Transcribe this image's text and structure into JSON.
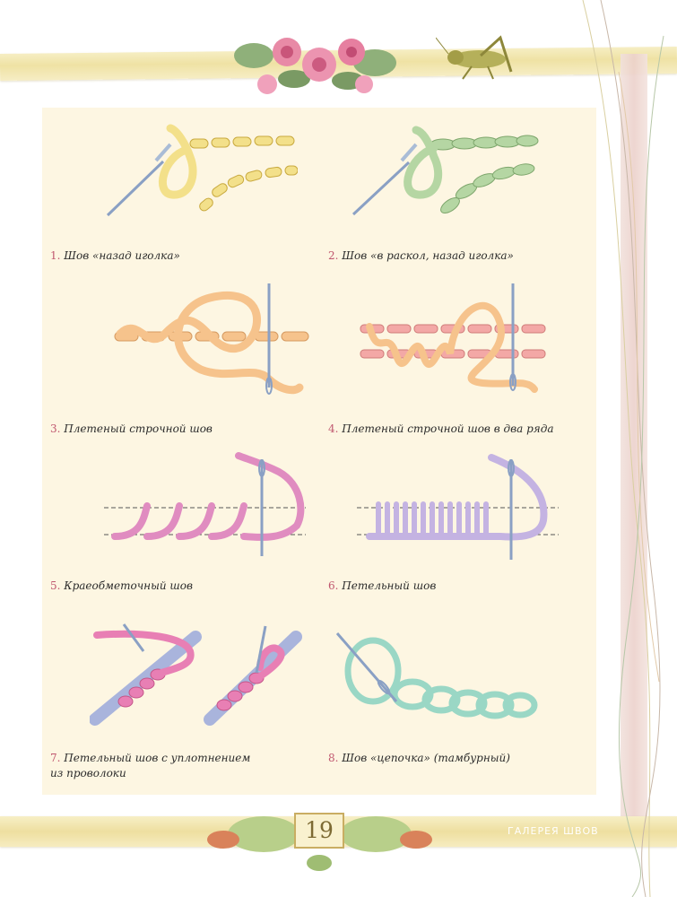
{
  "stitches": [
    {
      "num": "1.",
      "label": "Шов «назад иголка»"
    },
    {
      "num": "2.",
      "label": "Шов «в раскол, назад иголка»"
    },
    {
      "num": "3.",
      "label": "Плетеный строчной шов"
    },
    {
      "num": "4.",
      "label": "Плетеный строчной шов в два ряда"
    },
    {
      "num": "5.",
      "label": "Краеобметочный шов"
    },
    {
      "num": "6.",
      "label": "Петельный шов"
    },
    {
      "num": "7.",
      "label": "Петельный шов с уплотнением",
      "label2": "из проволоки"
    },
    {
      "num": "8.",
      "label": "Шов «цепочка» (тамбурный)"
    }
  ],
  "footer": {
    "page_number": "19",
    "section_title": "ГАЛЕРЕЯ ШВОВ"
  },
  "colors": {
    "caption_number": "#c0576f",
    "panel": "#fdf6e2",
    "thread_yellow": "#f3e08a",
    "thread_green": "#b5d6a3",
    "thread_peach": "#f6c38c",
    "thread_pink": "#f3a8a6",
    "thread_magenta": "#e08cc0",
    "thread_lavender": "#c4b3e2",
    "thread_rose": "#e87fb4",
    "thread_teal": "#9ad7c5",
    "needle": "#a9bcd6"
  },
  "decorations": [
    "rose-flowers",
    "grasshopper",
    "leaves"
  ]
}
